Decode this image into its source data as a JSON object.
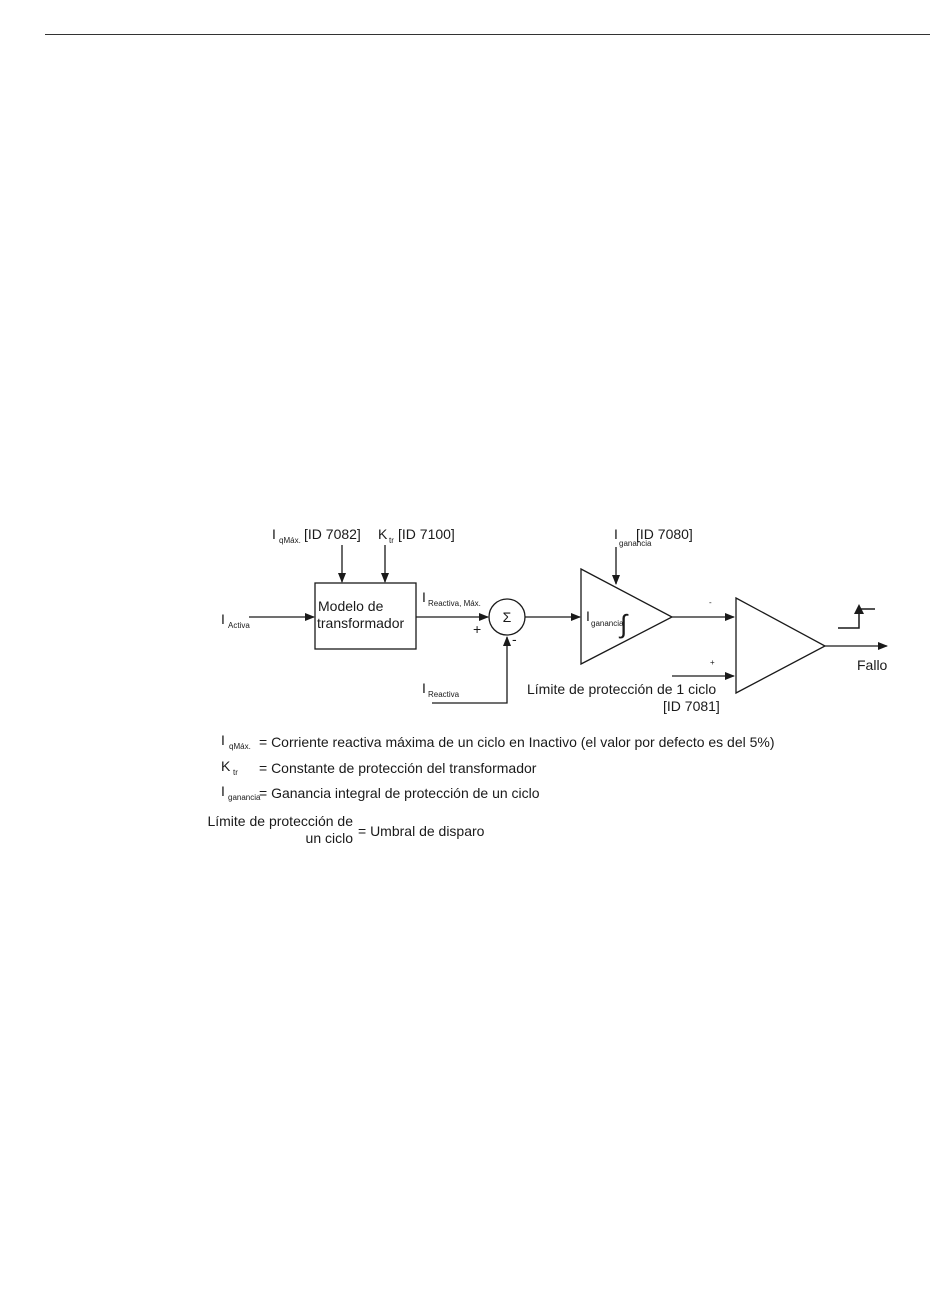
{
  "diagram": {
    "inputs": {
      "iqmax_main": "I",
      "iqmax_sub": "qMáx.",
      "iqmax_id": "[ID 7082]",
      "ktr_main": "K",
      "ktr_sub": "tr",
      "ktr_id": "[ID 7100]",
      "iactiva_main": "I",
      "iactiva_sub": "Activa",
      "ireactiva_main": "I",
      "ireactiva_sub": "Reactiva",
      "ireactmax_main": "I",
      "ireactmax_sub": "Reactiva, Máx.",
      "iganancia_main": "I",
      "iganancia_sub": "ganancia",
      "iganancia_id": "[ID 7080]"
    },
    "blocks": {
      "model_line1": "Modelo de",
      "model_line2": "transformador",
      "sum_symbol": "Σ",
      "sum_plus": "+",
      "sum_minus": "-",
      "integrator_main": "I",
      "integrator_sub": "ganancia",
      "integral_symbol": "∫",
      "comp_minus": "-",
      "comp_plus": "+"
    },
    "limit_line1": "Límite de protección de 1 ciclo",
    "limit_line2": "[ID 7081]",
    "output_label": "Fallo"
  },
  "legend": [
    {
      "main": "I",
      "sub": "qMáx.",
      "text": "= Corriente reactiva máxima de un ciclo en Inactivo (el valor por defecto es del 5%)"
    },
    {
      "main": "K",
      "sub": "tr",
      "text": "= Constante de protección del transformador"
    },
    {
      "main": "I",
      "sub": "ganancia",
      "text": "= Ganancia integral de protección de un ciclo"
    }
  ],
  "legend_last": {
    "line1": "Límite de protección de",
    "line2": "un ciclo",
    "text": "= Umbral de disparo"
  }
}
